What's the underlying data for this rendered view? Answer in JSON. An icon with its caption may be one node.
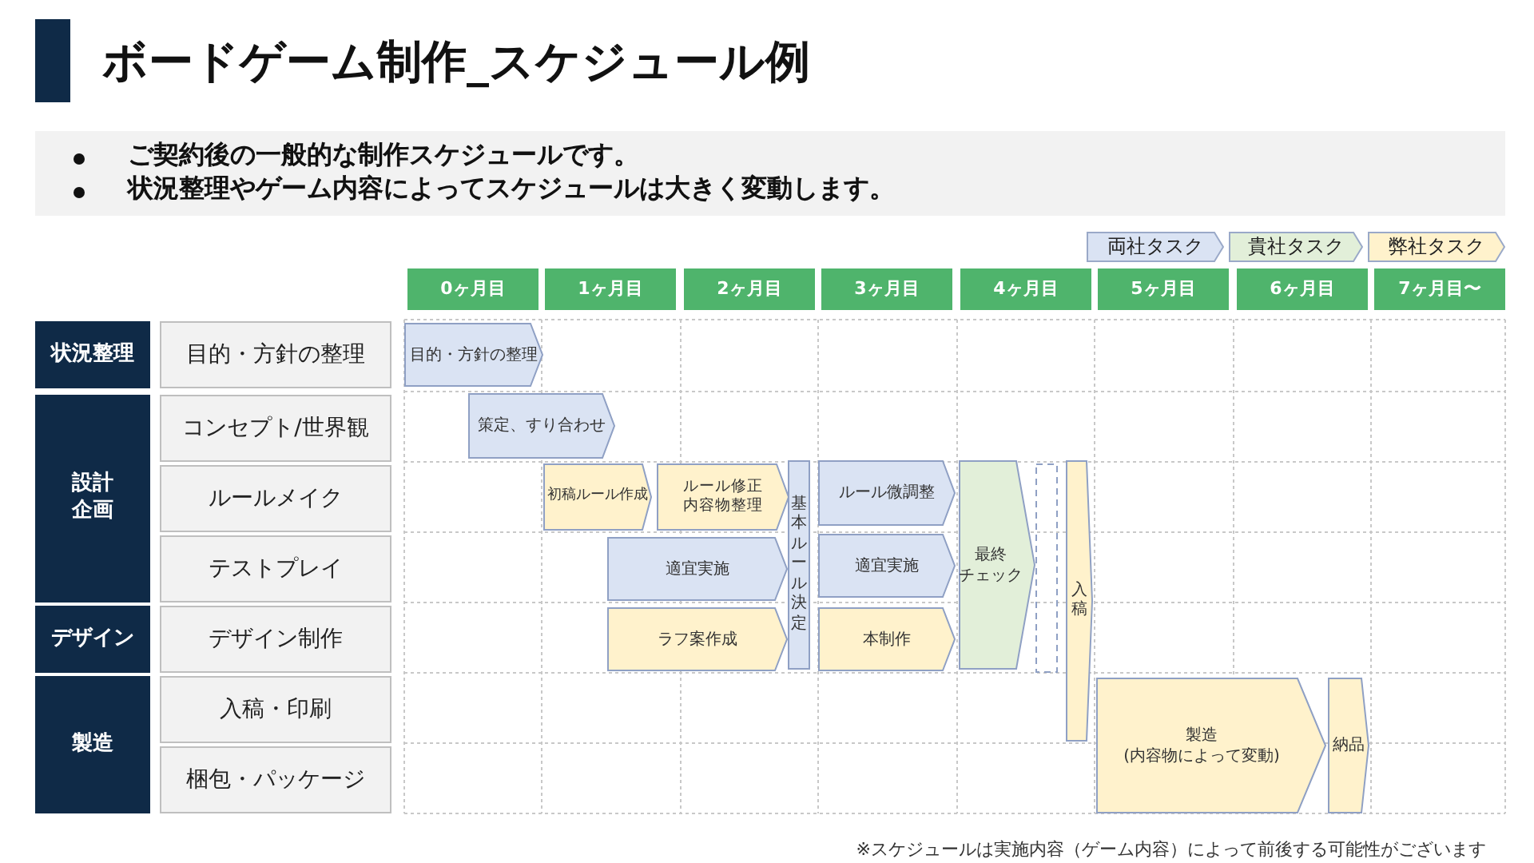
{
  "diagram": {
    "title": "ボードゲーム制作_スケジュール例",
    "nodes": [
      {
        "text": [
          "0ヶ月目"
        ]
      },
      {
        "text": [
          "1ヶ月目"
        ]
      },
      {
        "text": [
          "2ヶ月目"
        ]
      },
      {
        "text": [
          "3ヶ月目"
        ]
      },
      {
        "text": [
          "4ヶ月目"
        ]
      },
      {
        "text": [
          "5ヶ月目"
        ]
      },
      {
        "text": [
          "6ヶ月目"
        ]
      },
      {
        "text": [
          "7ヶ月目〜"
        ]
      },
      {
        "text": [
          "状況整理"
        ]
      },
      {
        "text": [
          "目的・方針の整理"
        ]
      },
      {
        "text": [
          "設計企画"
        ]
      },
      {
        "text": [
          "コンセプト/世界観"
        ]
      },
      {
        "text": [
          "ルールメイク"
        ]
      },
      {
        "text": [
          "テストプレイ"
        ]
      },
      {
        "text": [
          "デザイン"
        ]
      },
      {
        "text": [
          "デザイン制作"
        ]
      },
      {
        "text": [
          "製造"
        ]
      },
      {
        "text": [
          "入稿・印刷"
        ]
      },
      {
        "text": [
          "梱包・パッケージ"
        ]
      },
      {
        "text": [
          "目的・方針の整理"
        ]
      },
      {
        "text": [
          "策定、すり合わせ"
        ]
      },
      {
        "text": [
          "初稿ルール作成"
        ]
      },
      {
        "text": [
          "ルール修正内容物整理"
        ]
      },
      {
        "text": [
          "基本ルール決定"
        ]
      },
      {
        "text": [
          "ルール微調整"
        ]
      },
      {
        "text": [
          "最終チェック"
        ]
      },
      {
        "text": [],
        "shape": "box"
      },
      {
        "text": [
          "入稿"
        ]
      },
      {
        "text": [
          "適宜実施"
        ]
      },
      {
        "text": [
          "適宜実施"
        ]
      },
      {
        "text": [
          "ラフ案作成"
        ]
      },
      {
        "text": [
          "本制作"
        ]
      },
      {
        "text": [
          "製造(内容物によって変動)"
        ]
      },
      {
        "text": [
          "納品"
        ]
      }
    ],
    "edges": [],
    "labels": [
      "ご契約後の一般的な制作スケジュールです。",
      "状況整理やゲーム内容によってスケジュールは大きく変動します。",
      "※スケジュールは実施内容（ゲーム内容）によって前後する可能性がございます"
    ],
    "legend": [
      {
        "text": "両社タスク",
        "color": "#dae3f3"
      },
      {
        "text": "貴社タスク",
        "color": "#e2efd9"
      },
      {
        "text": "弊社タスク",
        "color": "#fff2cc"
      }
    ]
  }
}
